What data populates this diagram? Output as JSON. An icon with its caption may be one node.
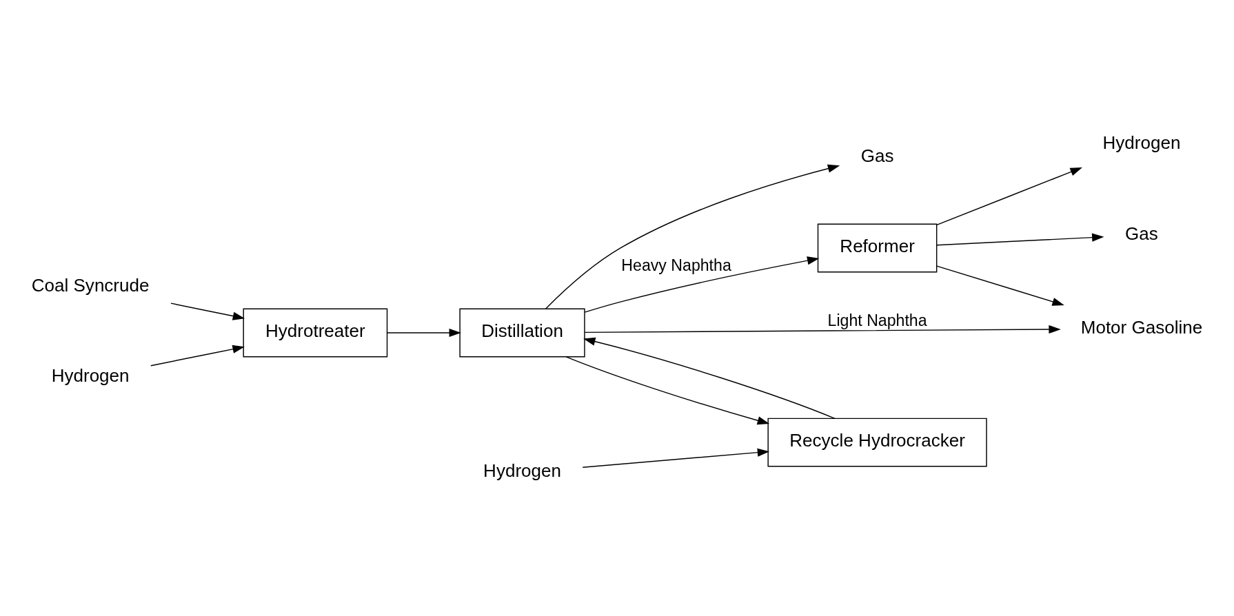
{
  "diagram": {
    "nodes": [
      {
        "text": [
          "Coal Syncrude"
        ]
      },
      {
        "text": [
          "Hydrotreater"
        ]
      },
      {
        "text": [
          "Hydrogen"
        ]
      },
      {
        "text": [
          "Distillation"
        ]
      },
      {
        "text": [
          "Gas"
        ]
      },
      {
        "text": [
          "Reformer"
        ]
      },
      {
        "text": [
          "Hydrogen"
        ]
      },
      {
        "text": [
          "Gas"
        ]
      },
      {
        "text": [
          "Motor Gasoline"
        ]
      },
      {
        "text": [
          "Recycle Hydrocracker"
        ]
      },
      {
        "text": [
          "Hydrogen"
        ]
      }
    ],
    "edges": [
      {
        "from": 0,
        "to": 1,
        "arrow": "to"
      },
      {
        "from": 2,
        "to": 1,
        "arrow": "to"
      },
      {
        "from": 1,
        "to": 3,
        "arrow": "to"
      },
      {
        "from": 9,
        "to": 3,
        "arrow": "to"
      },
      {
        "from": 3,
        "to": 4,
        "arrow": "to"
      },
      {
        "from": 3,
        "to": 8,
        "arrow": "to",
        "label": "Light Naphtha"
      },
      {
        "from": 3,
        "to": 5,
        "arrow": "to",
        "label": "Heavy Naphtha"
      },
      {
        "from": 5,
        "to": 6,
        "arrow": "to"
      },
      {
        "from": 5,
        "to": 7,
        "arrow": "to"
      },
      {
        "from": 5,
        "to": 8,
        "arrow": "to"
      },
      {
        "from": 3,
        "to": 9,
        "arrow": "to"
      },
      {
        "from": 10,
        "to": 9,
        "arrow": "to"
      }
    ]
  }
}
